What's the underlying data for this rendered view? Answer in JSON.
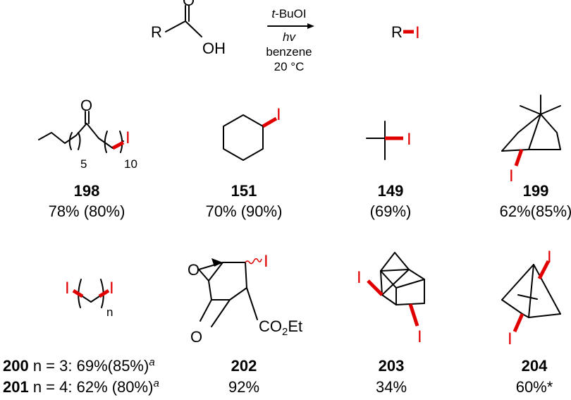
{
  "scheme": {
    "reactant": {
      "r": "R",
      "o": "O",
      "oh": "OH"
    },
    "product": {
      "r": "R",
      "i": "I"
    },
    "conditions": {
      "reagent_prefix": "t",
      "reagent_suffix": "-BuOI",
      "light": "hv",
      "solvent": "benzene",
      "temperature": "20 °C"
    }
  },
  "compounds": [
    {
      "id": "198",
      "yield": "78% (80%)",
      "subscripts": [
        "5",
        "10"
      ],
      "o": "O",
      "i": "I"
    },
    {
      "id": "151",
      "yield": "70% (90%)",
      "i": "I"
    },
    {
      "id": "149",
      "yield": "(69%)",
      "i": "I"
    },
    {
      "id": "199",
      "yield": "62%(85%)",
      "i": "I"
    },
    {
      "id_a": "200",
      "yield_a": " n = 3: 69%(85%)",
      "id_b": "201",
      "yield_b": " n = 4: 62% (80%)",
      "footnote": "a",
      "n": "n",
      "i": "I"
    },
    {
      "id": "202",
      "yield": "92%",
      "o": "O",
      "i": "I",
      "ester": "CO2Et"
    },
    {
      "id": "203",
      "yield": "34%",
      "i": "I"
    },
    {
      "id": "204",
      "yield": "60%*",
      "i": "I"
    }
  ],
  "colors": {
    "iodine": "#e00000",
    "bond": "#000000"
  }
}
